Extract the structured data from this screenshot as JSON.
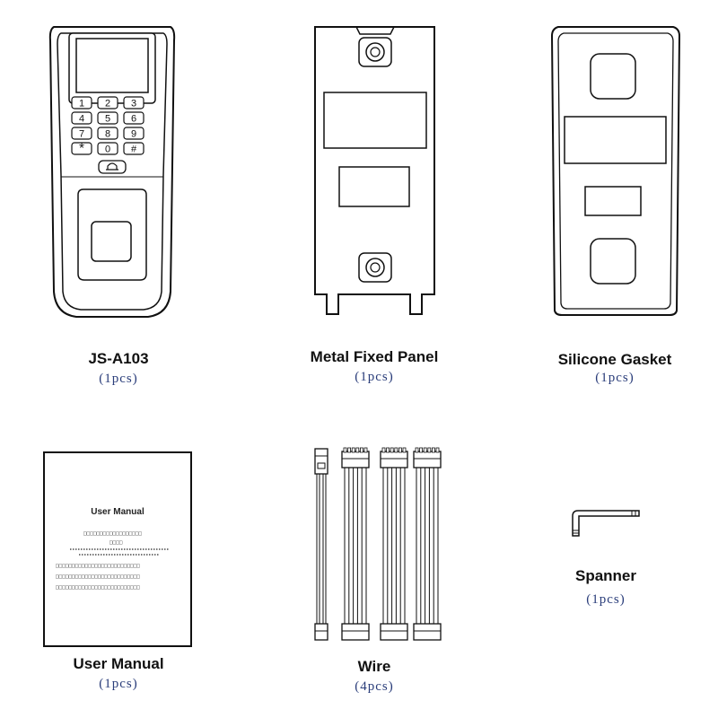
{
  "products": [
    {
      "id": "device",
      "name": "JS-A103",
      "qty": "(1pcs)"
    },
    {
      "id": "panel",
      "name": "Metal Fixed Panel",
      "qty": "(1pcs)"
    },
    {
      "id": "gasket",
      "name": "Silicone Gasket",
      "qty": "(1pcs)"
    },
    {
      "id": "manual",
      "name": "User Manual",
      "qty": "(1pcs)"
    },
    {
      "id": "wire",
      "name": "Wire",
      "qty": "(4pcs)"
    },
    {
      "id": "spanner",
      "name": "Spanner",
      "qty": "(1pcs)"
    }
  ],
  "keypad": [
    "1",
    "2",
    "3",
    "4",
    "5",
    "6",
    "7",
    "8",
    "9",
    "*",
    "0",
    "#"
  ],
  "manual": {
    "title": "User Manual",
    "line1": "□□□□□□□□□□□□□□□□□□",
    "line2": "□□□□",
    "line3": "□□□□□□□□□□□□□□□□□□□□□□□□□□",
    "line4": "□□□□□□□□□□□□□□□□□□□□□□□□□□",
    "line5": "□□□□□□□□□□□□□□□□□□□□□□□□□□"
  }
}
